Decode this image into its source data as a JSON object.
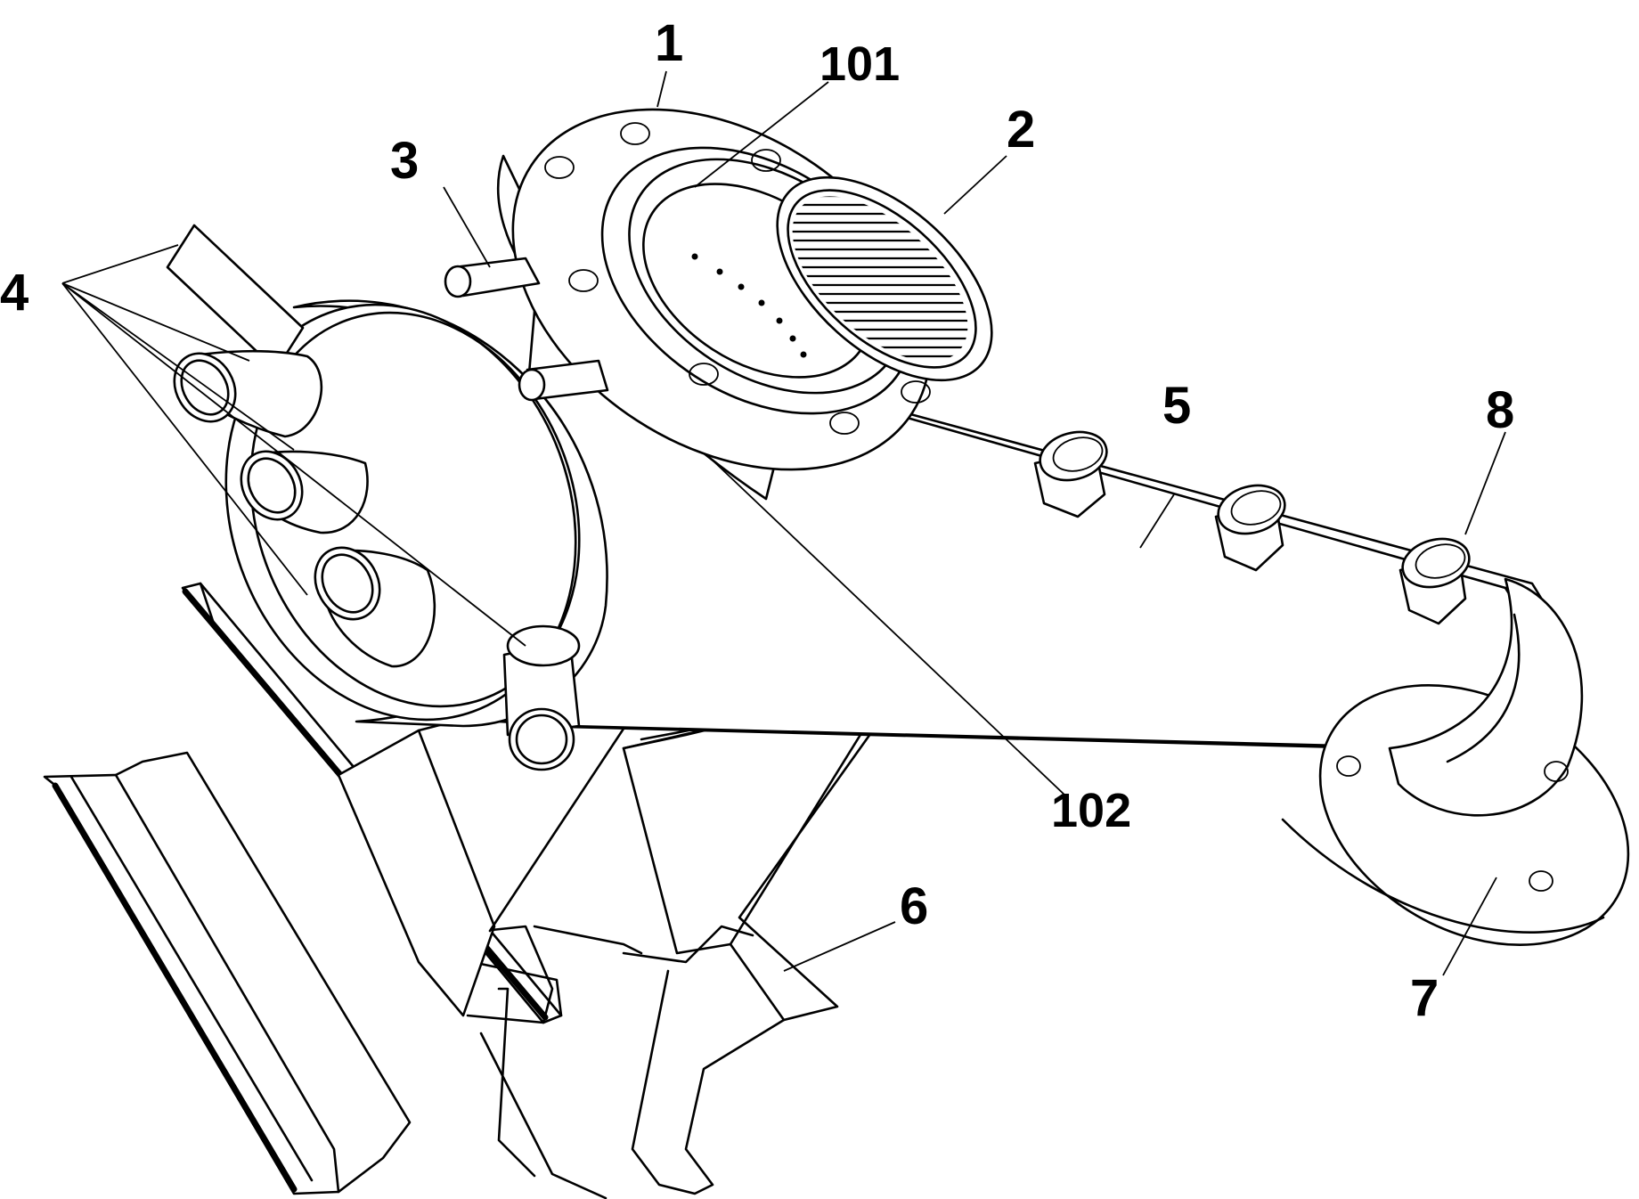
{
  "labels": {
    "l1": "1",
    "l101": "101",
    "l2": "2",
    "l3": "3",
    "l4": "4",
    "l5": "5",
    "l8": "8",
    "l102": "102",
    "l6": "6",
    "l7": "7"
  }
}
